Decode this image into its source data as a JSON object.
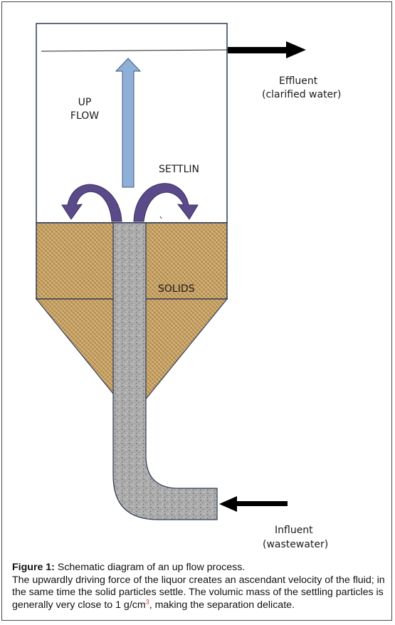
{
  "labels": {
    "effluent": "Effluent",
    "effluent_note": "(clarified water)",
    "upflow_line1": "UP",
    "upflow_line2": "FLOW",
    "settlin": "SETTLIN",
    "solids": "SOLIDS",
    "influent": "Influent",
    "influent_note": "(wastewater)"
  },
  "caption": {
    "figure_label": "Figure 1:",
    "title": " Schematic diagram of an up flow process.",
    "body_pre": "The upwardly driving force of the liquor creates an ascendant velocity of the fluid; in the same time the solid particles settle. The volumic mass of the settling particles is generally very close to 1 g/cm",
    "body_sup": "3",
    "body_post": ", making the separation delicate."
  },
  "colors": {
    "sand": "#c9a66b",
    "sand_dark": "#a87f43",
    "pipe": "#a8a8a8",
    "curl_arrow": "#5b4a8a",
    "upflow_arrow": "#8fb0d6",
    "outline": "#2f3a56"
  }
}
